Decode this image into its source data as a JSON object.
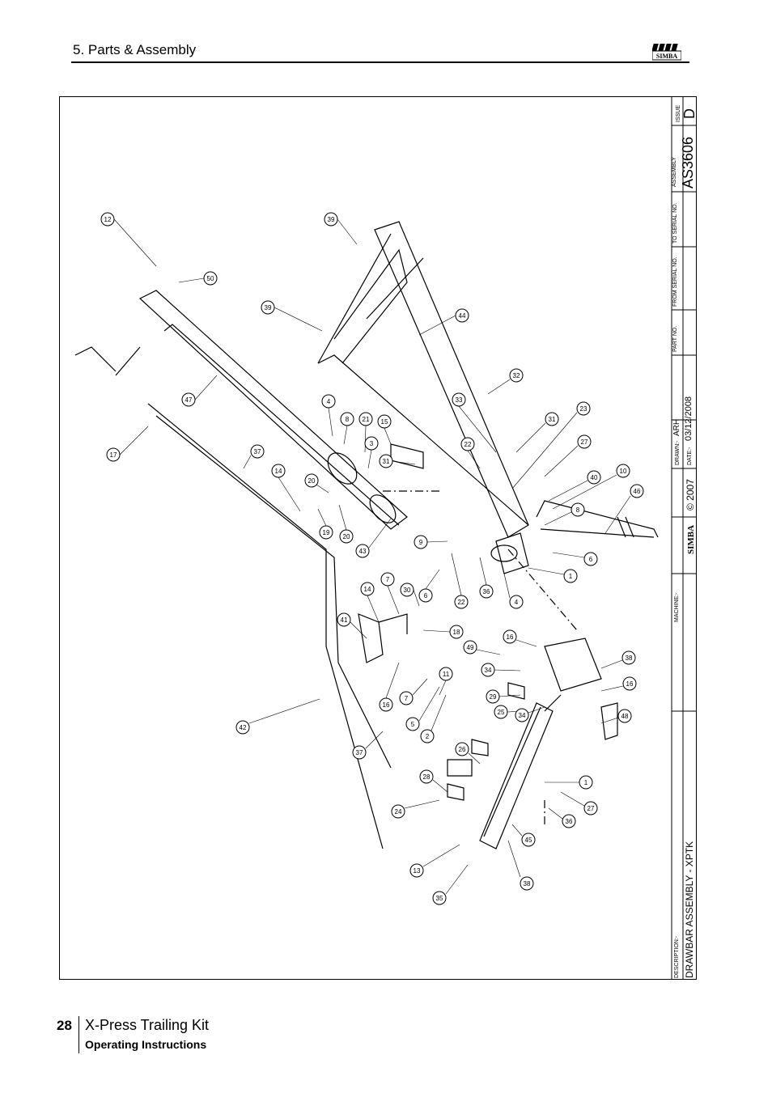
{
  "header": {
    "section_title": "5. Parts & Assembly",
    "logo_text": "SIMBA"
  },
  "title_block": {
    "issue_label": "ISSUE",
    "issue_value": "D",
    "assembly_label": "ASSEMBLY",
    "assembly_value": "AS3606",
    "to_serial_label": "TO SERIAL NO.",
    "from_serial_label": "FROM SERIAL NO.",
    "part_no_label": "PART NO.",
    "drawn_label": "DRAWN:-",
    "drawn_value": "ARH",
    "date_label": "DATE:-",
    "date_value": "03/12/2008",
    "logo_text": "SIMBA",
    "copyright": "© 2007",
    "machine_label": "MACHINE:-",
    "description_label": "DESCRIPTION:-",
    "description_value": "DRAWBAR ASSEMBLY - XPTK"
  },
  "callouts": [
    "12",
    "39",
    "50",
    "39",
    "44",
    "47",
    "4",
    "8",
    "21",
    "15",
    "3",
    "33",
    "32",
    "31",
    "23",
    "17",
    "37",
    "31",
    "22",
    "27",
    "14",
    "20",
    "40",
    "10",
    "46",
    "20",
    "19",
    "43",
    "9",
    "8",
    "6",
    "1",
    "6",
    "36",
    "22",
    "30",
    "7",
    "4",
    "14",
    "41",
    "18",
    "16",
    "49",
    "38",
    "34",
    "11",
    "16",
    "29",
    "25",
    "34",
    "48",
    "7",
    "16",
    "5",
    "2",
    "1",
    "26",
    "37",
    "42",
    "28",
    "27",
    "36",
    "24",
    "45",
    "13",
    "38",
    "35"
  ],
  "footer": {
    "page_number": "28",
    "title": "X-Press Trailing Kit",
    "subtitle": "Operating Instructions"
  }
}
